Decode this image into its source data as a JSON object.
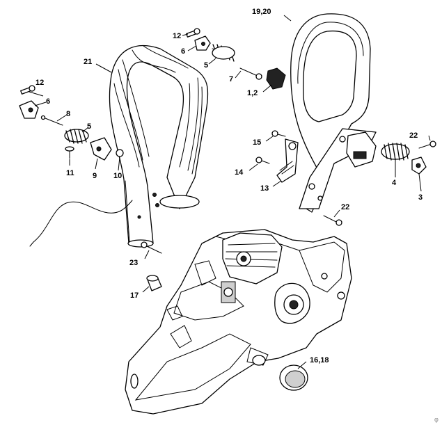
{
  "labels": {
    "l_19_20": "19,20",
    "l_21": "21",
    "l_12a": "12",
    "l_6a": "6",
    "l_5a": "5",
    "l_7": "7",
    "l_1_2": "1,2",
    "l_12b": "12",
    "l_6b": "6",
    "l_8": "8",
    "l_5b": "5",
    "l_11": "11",
    "l_9": "9",
    "l_10": "10",
    "l_15": "15",
    "l_14": "14",
    "l_13": "13",
    "l_22a": "22",
    "l_4": "4",
    "l_3": "3",
    "l_22b": "22",
    "l_23": "23",
    "l_17": "17",
    "l_16_18": "16,18",
    "corner_mark": "φ"
  }
}
